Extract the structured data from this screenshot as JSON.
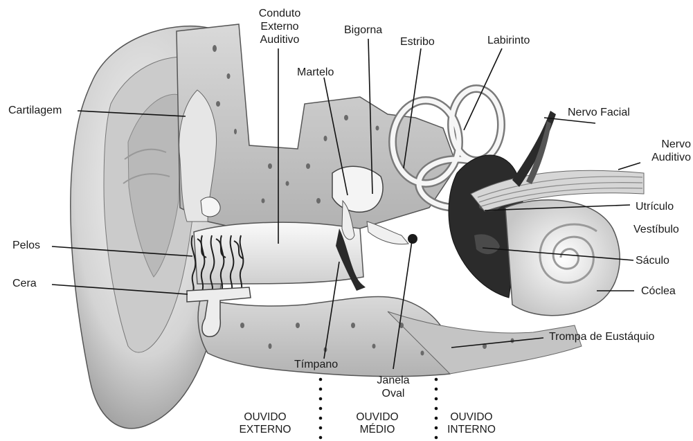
{
  "labels": {
    "conduto": "Conduto\nExterno\nAuditivo",
    "bigorna": "Bigorna",
    "estribo": "Estribo",
    "labirinto": "Labirinto",
    "martelo": "Martelo",
    "cartilagem": "Cartilagem",
    "nervo_facial": "Nervo Facial",
    "nervo_auditivo": "Nervo\nAuditivo",
    "utriculo": "Utrículo",
    "vestibulo": "Vestíbulo",
    "pelos": "Pelos",
    "saculo": "Sáculo",
    "cera": "Cera",
    "coclea": "Cóclea",
    "trompa": "Trompa de Eustáquio",
    "timpano": "Tímpano",
    "janela_oval": "Janela\nOval"
  },
  "sections": {
    "externo": "OUVIDO\nEXTERNO",
    "medio": "OUVIDO\nMÉDIO",
    "interno": "OUVIDO\nINTERNO"
  },
  "colors": {
    "background": "#ffffff",
    "line": "#111111",
    "anatomy_light": "#efefef",
    "anatomy_mid": "#bcbcbc",
    "anatomy_dark": "#2a2a2a"
  }
}
